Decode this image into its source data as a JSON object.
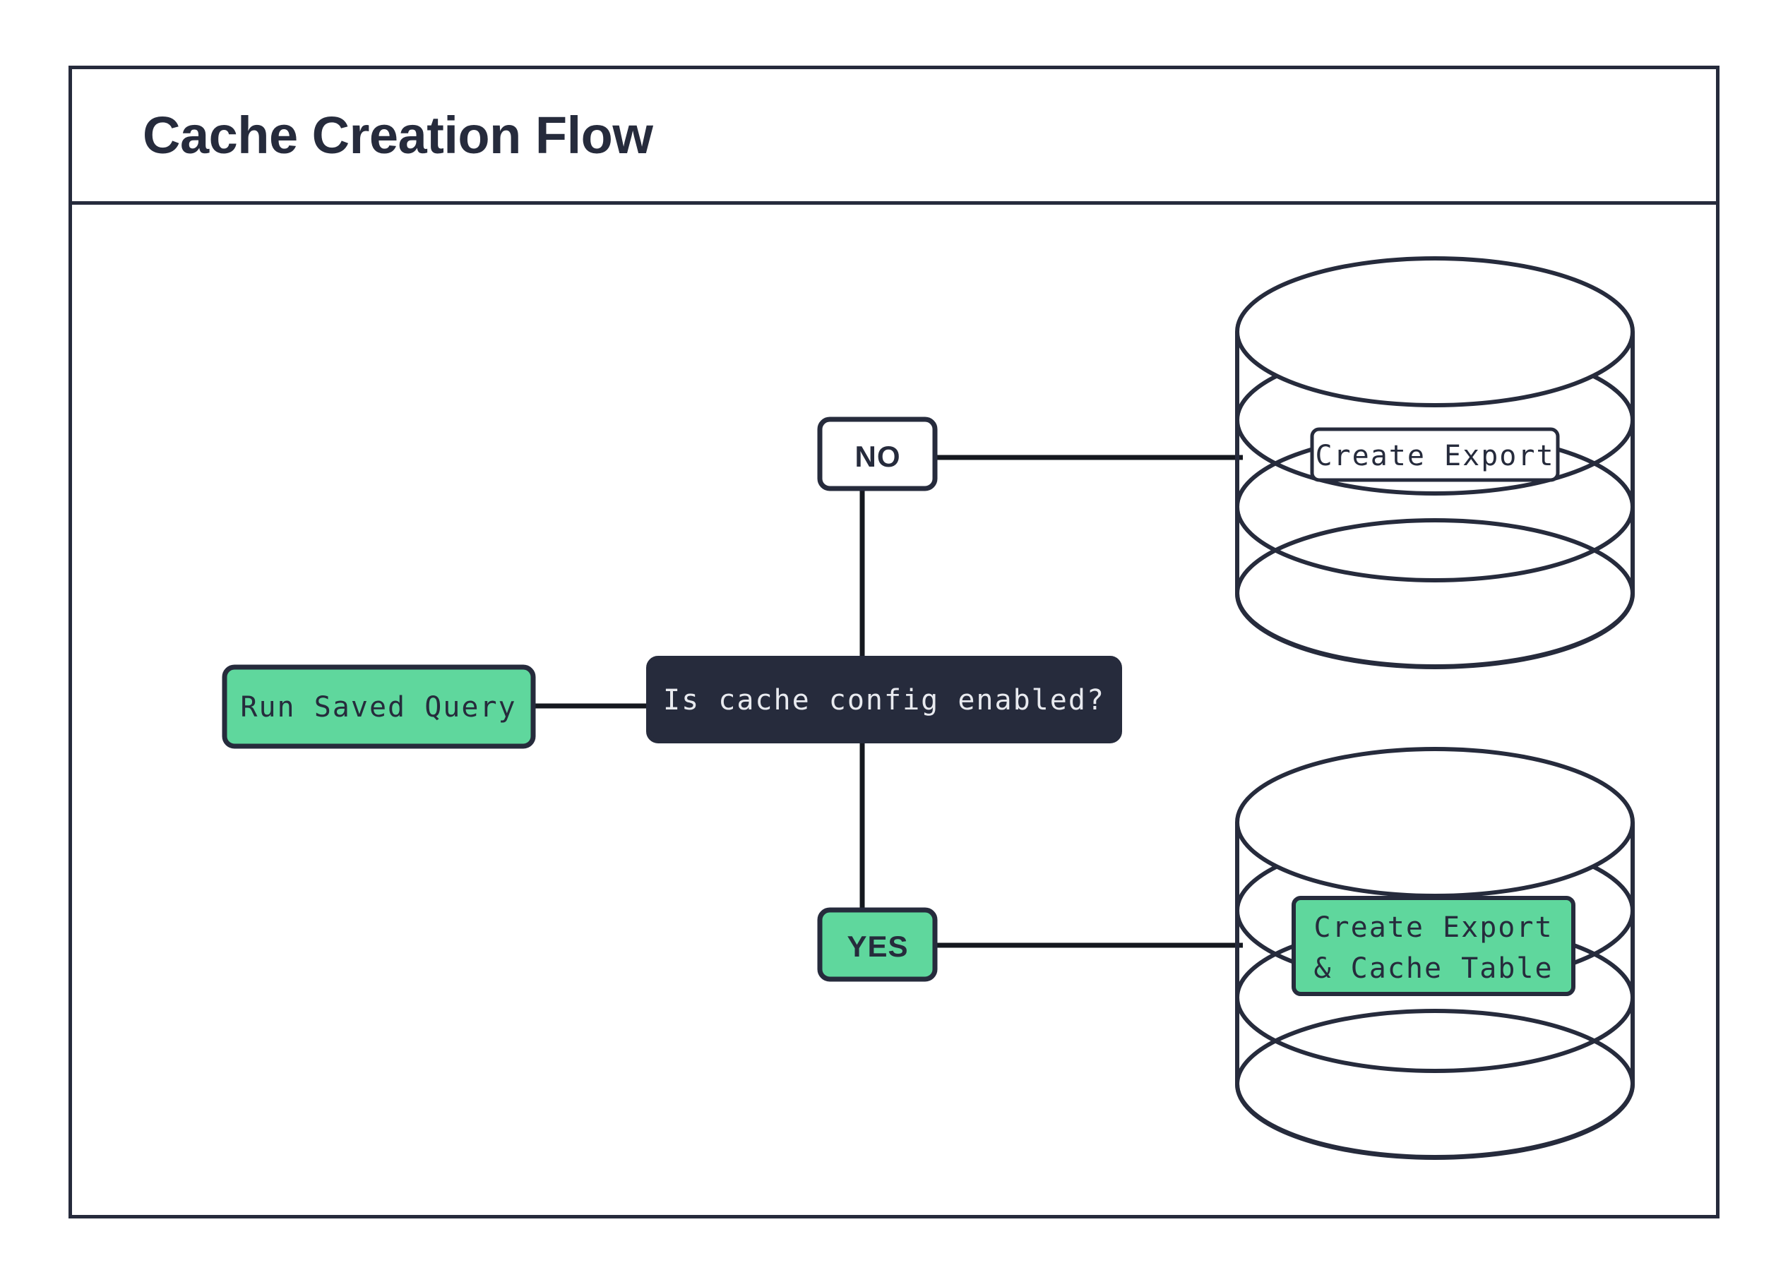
{
  "diagram": {
    "title": "Cache Creation Flow",
    "colors": {
      "stroke": "#262b3c",
      "dark_fill": "#262b3c",
      "green_fill": "#5fd79d",
      "white_fill": "#ffffff",
      "dark_text": "#262b3c",
      "light_text": "#e8eaef",
      "page_background": "#ffffff"
    },
    "nodes": {
      "run_saved_query": {
        "label": "Run Saved Query",
        "style": "green-rounded"
      },
      "decision": {
        "label": "Is cache config enabled?",
        "style": "dark-rounded"
      },
      "branch_no": {
        "label": "NO",
        "style": "white-rounded"
      },
      "branch_yes": {
        "label": "YES",
        "style": "green-rounded"
      },
      "export_db": {
        "label": "Create Export",
        "style": "cylinder-white-label"
      },
      "export_cache_db": {
        "label_line1": "Create Export",
        "label_line2": "& Cache Table",
        "style": "cylinder-green-label"
      }
    },
    "edges": [
      {
        "from": "run_saved_query",
        "to": "decision",
        "label": ""
      },
      {
        "from": "decision",
        "to": "branch_no",
        "label": "NO"
      },
      {
        "from": "decision",
        "to": "branch_yes",
        "label": "YES"
      },
      {
        "from": "branch_no",
        "to": "export_db",
        "label": ""
      },
      {
        "from": "branch_yes",
        "to": "export_cache_db",
        "label": ""
      }
    ]
  }
}
